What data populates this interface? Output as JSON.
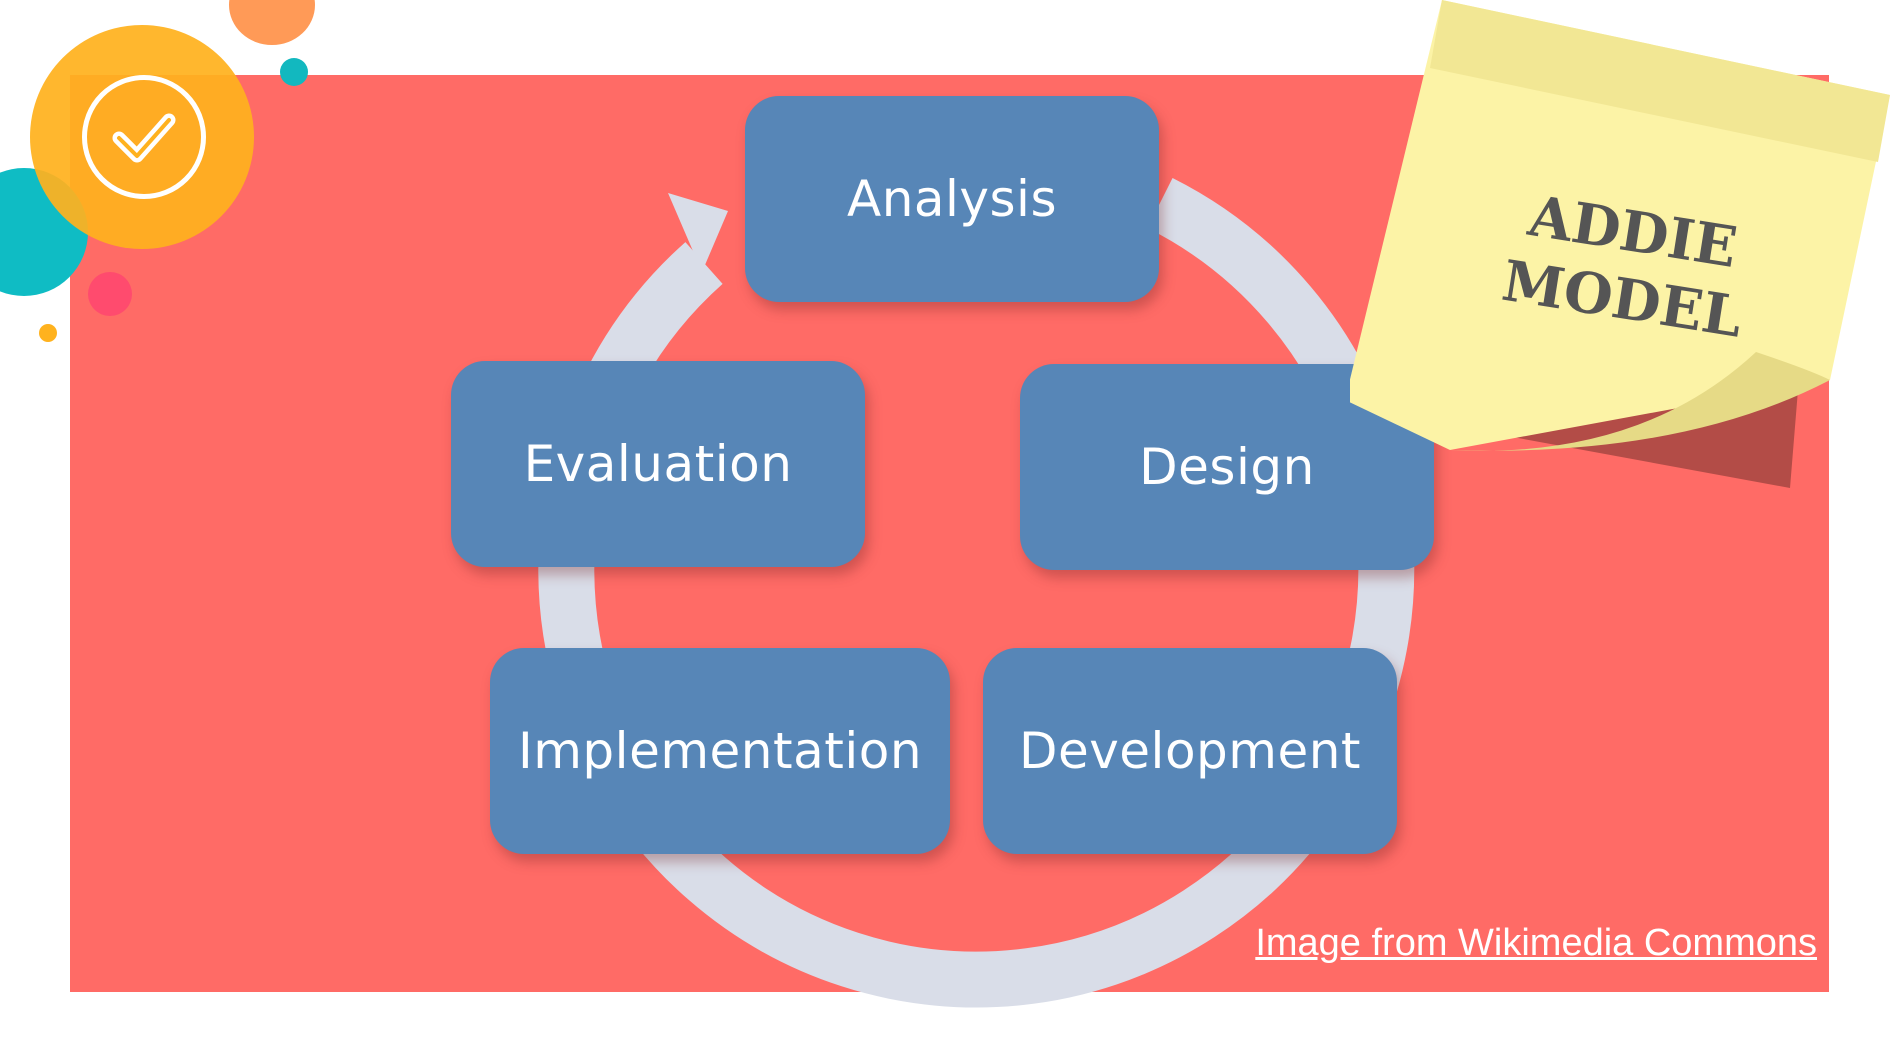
{
  "diagram": {
    "stages": [
      {
        "key": "analysis",
        "label": "Analysis"
      },
      {
        "key": "design",
        "label": "Design"
      },
      {
        "key": "development",
        "label": "Development"
      },
      {
        "key": "implementation",
        "label": "Implementation"
      },
      {
        "key": "evaluation",
        "label": "Evaluation"
      }
    ],
    "cycle_color": "#d9dde8",
    "box_color": "#5786b7"
  },
  "sticky_note": {
    "line1": "ADDIE",
    "line2": "MODEL",
    "color": "#fcf3a6"
  },
  "credit": {
    "text": "Image from Wikimedia Commons"
  },
  "decorations": {
    "badge_icon": "checkmark-icon",
    "panel_color": "#ff6b66"
  }
}
